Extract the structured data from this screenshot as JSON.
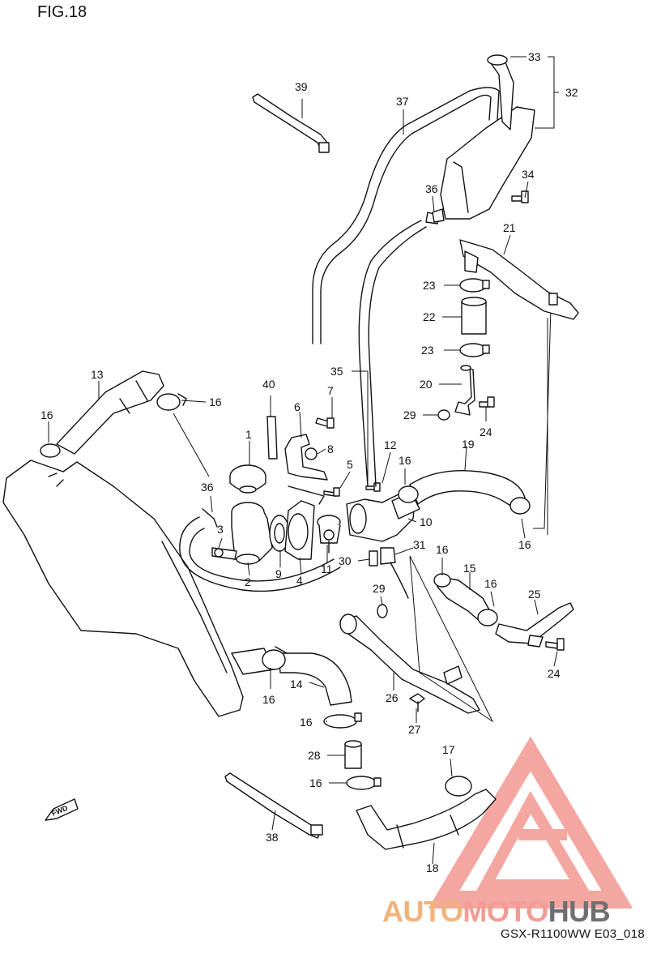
{
  "figure": {
    "title": "FIG.18",
    "model_code": "GSX-R1100WW  E03_018"
  },
  "watermark": {
    "auto": "AUTO",
    "moto": "MOTO",
    "hub": "HUB",
    "tri_color": "#f4a6a0",
    "grey": "#6f6f73",
    "orange": "#f3b27a"
  },
  "fwd_label": "FWD",
  "callouts": [
    {
      "id": "c1",
      "n": "1"
    },
    {
      "id": "c2",
      "n": "2"
    },
    {
      "id": "c3",
      "n": "3"
    },
    {
      "id": "c4",
      "n": "4"
    },
    {
      "id": "c5",
      "n": "5"
    },
    {
      "id": "c6",
      "n": "6"
    },
    {
      "id": "c7",
      "n": "7"
    },
    {
      "id": "c8",
      "n": "8"
    },
    {
      "id": "c9",
      "n": "9"
    },
    {
      "id": "c10",
      "n": "10"
    },
    {
      "id": "c11",
      "n": "11"
    },
    {
      "id": "c12",
      "n": "12"
    },
    {
      "id": "c13",
      "n": "13"
    },
    {
      "id": "c14",
      "n": "14"
    },
    {
      "id": "c15",
      "n": "15"
    },
    {
      "id": "c16a",
      "n": "16"
    },
    {
      "id": "c16b",
      "n": "16"
    },
    {
      "id": "c16c",
      "n": "16"
    },
    {
      "id": "c16d",
      "n": "16"
    },
    {
      "id": "c16e",
      "n": "16"
    },
    {
      "id": "c16f",
      "n": "16"
    },
    {
      "id": "c16g",
      "n": "16"
    },
    {
      "id": "c16h",
      "n": "16"
    },
    {
      "id": "c16i",
      "n": "16"
    },
    {
      "id": "c16j",
      "n": "16"
    },
    {
      "id": "c17",
      "n": "17"
    },
    {
      "id": "c18",
      "n": "18"
    },
    {
      "id": "c19",
      "n": "19"
    },
    {
      "id": "c20",
      "n": "20"
    },
    {
      "id": "c21",
      "n": "21"
    },
    {
      "id": "c22",
      "n": "22"
    },
    {
      "id": "c23a",
      "n": "23"
    },
    {
      "id": "c23b",
      "n": "23"
    },
    {
      "id": "c24a",
      "n": "24"
    },
    {
      "id": "c24b",
      "n": "24"
    },
    {
      "id": "c25",
      "n": "25"
    },
    {
      "id": "c26",
      "n": "26"
    },
    {
      "id": "c27",
      "n": "27"
    },
    {
      "id": "c28",
      "n": "28"
    },
    {
      "id": "c29a",
      "n": "29"
    },
    {
      "id": "c29b",
      "n": "29"
    },
    {
      "id": "c30",
      "n": "30"
    },
    {
      "id": "c31",
      "n": "31"
    },
    {
      "id": "c32",
      "n": "32"
    },
    {
      "id": "c33",
      "n": "33"
    },
    {
      "id": "c34",
      "n": "34"
    },
    {
      "id": "c35",
      "n": "35"
    },
    {
      "id": "c36a",
      "n": "36"
    },
    {
      "id": "c36b",
      "n": "36"
    },
    {
      "id": "c37",
      "n": "37"
    },
    {
      "id": "c38",
      "n": "38"
    },
    {
      "id": "c39",
      "n": "39"
    },
    {
      "id": "c40",
      "n": "40"
    }
  ]
}
